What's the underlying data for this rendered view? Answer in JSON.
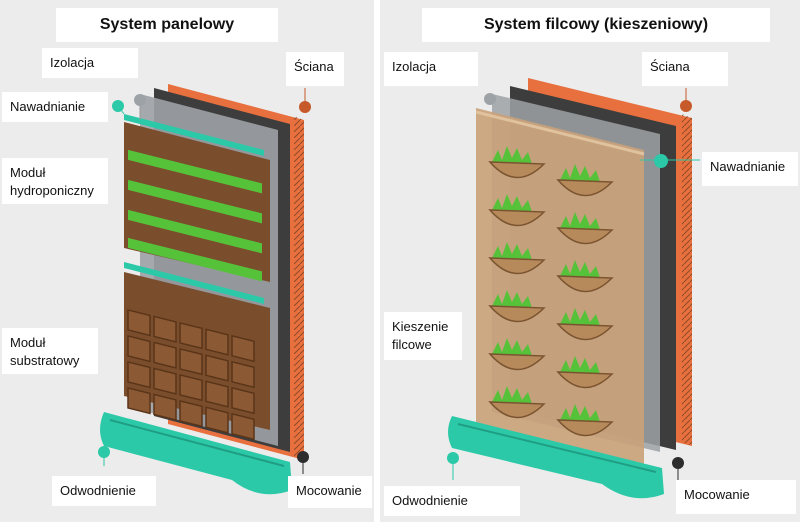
{
  "colors": {
    "teal": "#2cc9a8",
    "wall": "#e8703e",
    "insulation": "#9da2a6",
    "frame": "#3d3d3d",
    "wood": "#7a4e2d",
    "felt": "#c9a27a",
    "grass": "#56c23a",
    "dark_dot": "#2d2d2d"
  },
  "left": {
    "title": "System panelowy",
    "labels": {
      "insulation": "Izolacja",
      "wall": "Ściana",
      "irrigation": "Nawadnianie",
      "hydroponic": "Moduł hydroponiczny",
      "substrate": "Moduł substratowy",
      "drainage": "Odwodnienie",
      "mounting": "Mocowanie"
    }
  },
  "right": {
    "title": "System filcowy (kieszeniowy)",
    "labels": {
      "insulation": "Izolacja",
      "wall": "Ściana",
      "irrigation": "Nawadnianie",
      "pockets": "Kieszenie filcowe",
      "drainage": "Odwodnienie",
      "mounting": "Mocowanie"
    }
  }
}
